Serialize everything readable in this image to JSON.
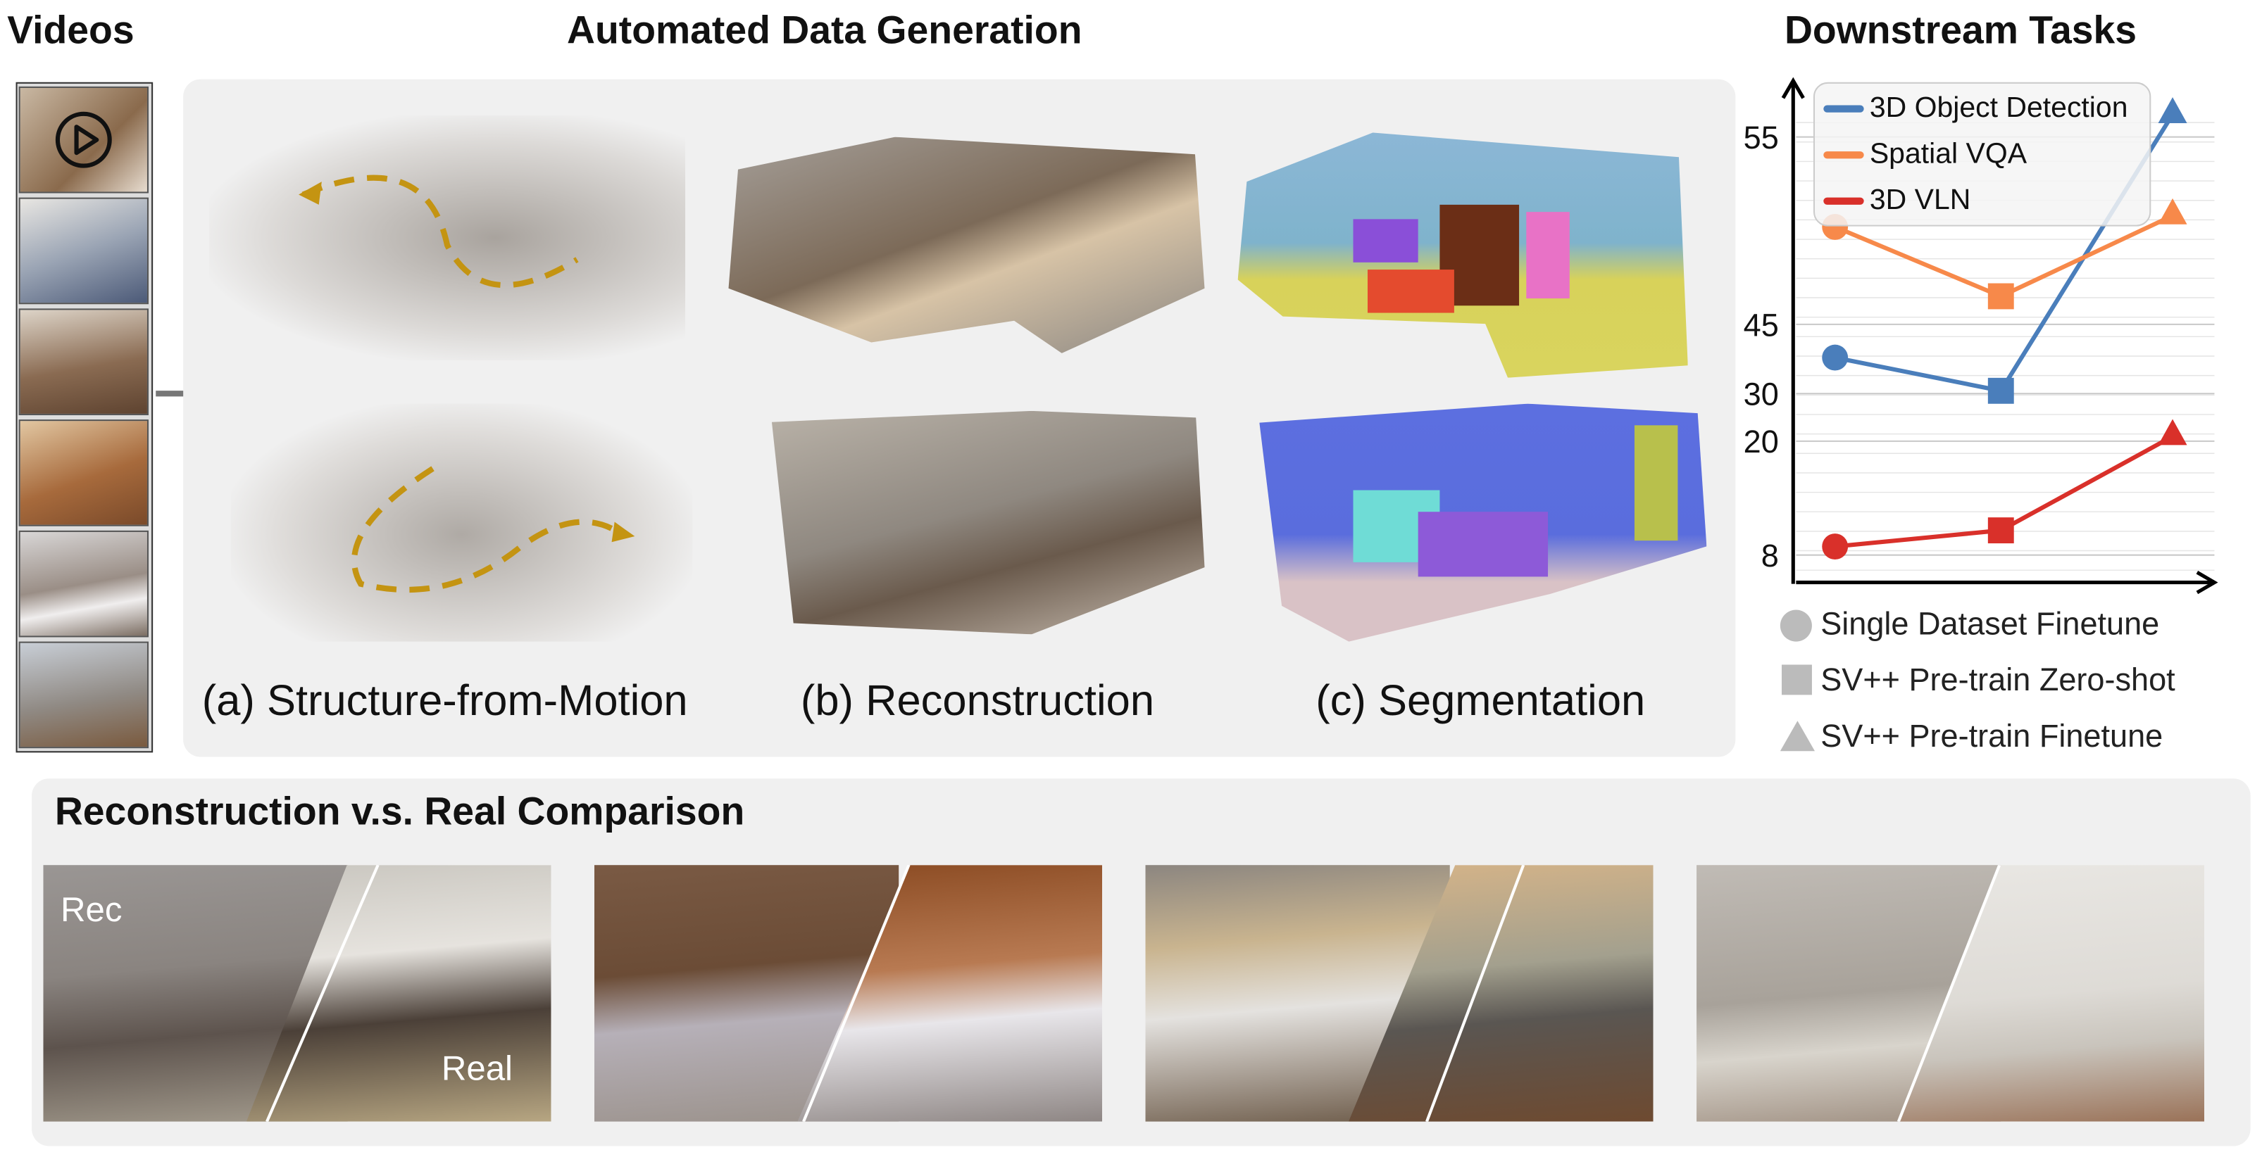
{
  "headers": {
    "videos": "Videos",
    "generation": "Automated Data Generation",
    "downstream": "Downstream Tasks",
    "comparison": "Reconstruction v.s. Real Comparison"
  },
  "stages": [
    {
      "label": "(a) Structure-from-Motion"
    },
    {
      "label": "(b) Reconstruction"
    },
    {
      "label": "(c) Segmentation"
    }
  ],
  "comparison_labels": {
    "rec": "Rec",
    "real": "Real"
  },
  "marker_legend": [
    {
      "shape": "circle",
      "label": "Single Dataset Finetune"
    },
    {
      "shape": "square",
      "label": "SV++ Pre-train Zero-shot"
    },
    {
      "shape": "triangle",
      "label": "SV++ Pre-train Finetune"
    }
  ],
  "chart_data": {
    "type": "line",
    "title": "Downstream Tasks",
    "x": [
      "Single Dataset Finetune",
      "SV++ Pre-train Zero-shot",
      "SV++ Pre-train Finetune"
    ],
    "y_ticks": [
      8,
      20,
      30,
      45,
      55
    ],
    "y_tick_labels": [
      "8",
      "20",
      "30",
      "45",
      "55"
    ],
    "legend_position": "top",
    "series": [
      {
        "name": "3D Object Detection",
        "color": "#4a7ebb",
        "values": [
          37.8,
          30.6,
          56.2
        ]
      },
      {
        "name": "Spatial VQA",
        "color": "#f7894a",
        "values": [
          50.2,
          46.5,
          50.8
        ]
      },
      {
        "name": "3D VLN",
        "color": "#d9302a",
        "values": [
          8.9,
          10.6,
          21.0
        ]
      }
    ]
  }
}
